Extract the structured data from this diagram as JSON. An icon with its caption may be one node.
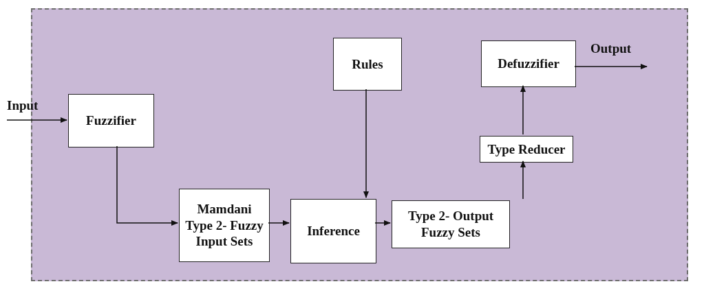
{
  "diagram": {
    "nodes": [
      {
        "text": [],
        "shape": "box"
      },
      {
        "text": [
          "Fuzzifier"
        ],
        "in": 0
      },
      {
        "text": [
          "Mamdani Type 2- Fuzzy Input Sets"
        ],
        "in": 0
      },
      {
        "text": [
          "Rules"
        ],
        "in": 0
      },
      {
        "text": [
          "Inference"
        ],
        "in": 0
      },
      {
        "text": [
          "Type 2- Output Fuzzy Sets"
        ],
        "in": 0
      },
      {
        "text": [
          "Type Reducer"
        ],
        "in": 0
      },
      {
        "text": [
          "Defuzzifier"
        ],
        "in": 0
      }
    ],
    "edges": [
      {
        "from": null,
        "to": 1,
        "arrow": "to"
      },
      {
        "from": 1,
        "to": 2,
        "arrow": "to"
      },
      {
        "from": 2,
        "to": 4,
        "arrow": "to"
      },
      {
        "from": 3,
        "to": 4,
        "arrow": "to"
      },
      {
        "from": 4,
        "to": 5,
        "arrow": "to"
      },
      {
        "from": 5,
        "to": 6,
        "arrow": "to"
      },
      {
        "from": 6,
        "to": 7,
        "arrow": "to"
      },
      {
        "from": 7,
        "to": null,
        "arrow": "to"
      }
    ],
    "labels": [
      "Input",
      "Output"
    ]
  }
}
